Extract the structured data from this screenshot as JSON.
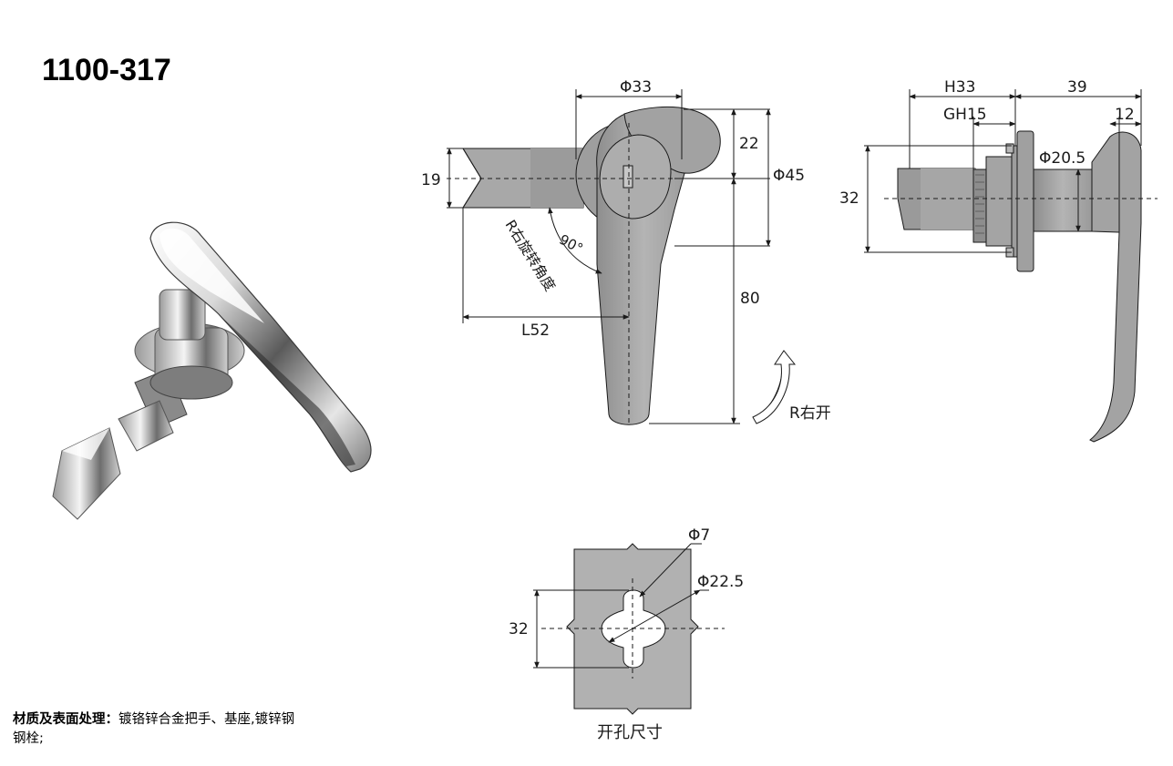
{
  "model_number": "1100-317",
  "material": {
    "label": "材质及表面处理：",
    "text_line1": "镀铬锌合金把手、基座,镀锌钢",
    "text_line2": "钢栓;"
  },
  "front_view": {
    "dims": {
      "phi33": "Φ33",
      "d22": "22",
      "phi45": "Φ45",
      "d19": "19",
      "d80": "80",
      "l52": "L52",
      "angle": "90°",
      "rotate_note": "R右旋转角度",
      "open_note": "R右开"
    }
  },
  "side_view": {
    "dims": {
      "h33": "H33",
      "d39": "39",
      "gh15": "GH15",
      "d12": "12",
      "phi20_5": "Φ20.5",
      "d32": "32"
    }
  },
  "cutout": {
    "caption": "开孔尺寸",
    "dims": {
      "phi7": "Φ7",
      "phi22_5": "Φ22.5",
      "d32": "32"
    }
  },
  "colors": {
    "part_fill": "#a9a9a9",
    "part_fill_dark": "#8c8c8c",
    "plate_fill": "#b1b1b1",
    "line": "#1a1a1a"
  }
}
